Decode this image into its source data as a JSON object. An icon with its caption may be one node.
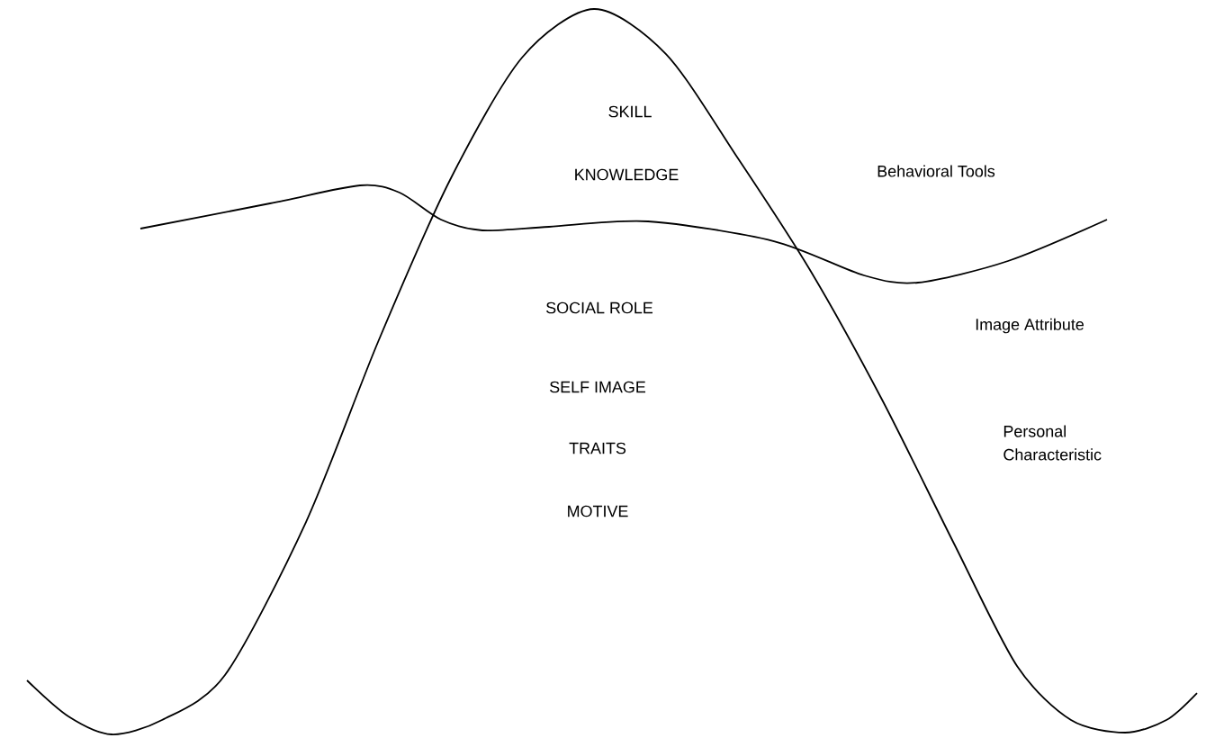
{
  "diagram": {
    "labels": [
      "SKILL",
      "KNOWLEDGE",
      "Behavioral Tools",
      "SOCIAL ROLE",
      "Image Attribute",
      "SELF IMAGE",
      "Personal Characteristic",
      "TRAITS",
      "MOTIVE"
    ]
  }
}
